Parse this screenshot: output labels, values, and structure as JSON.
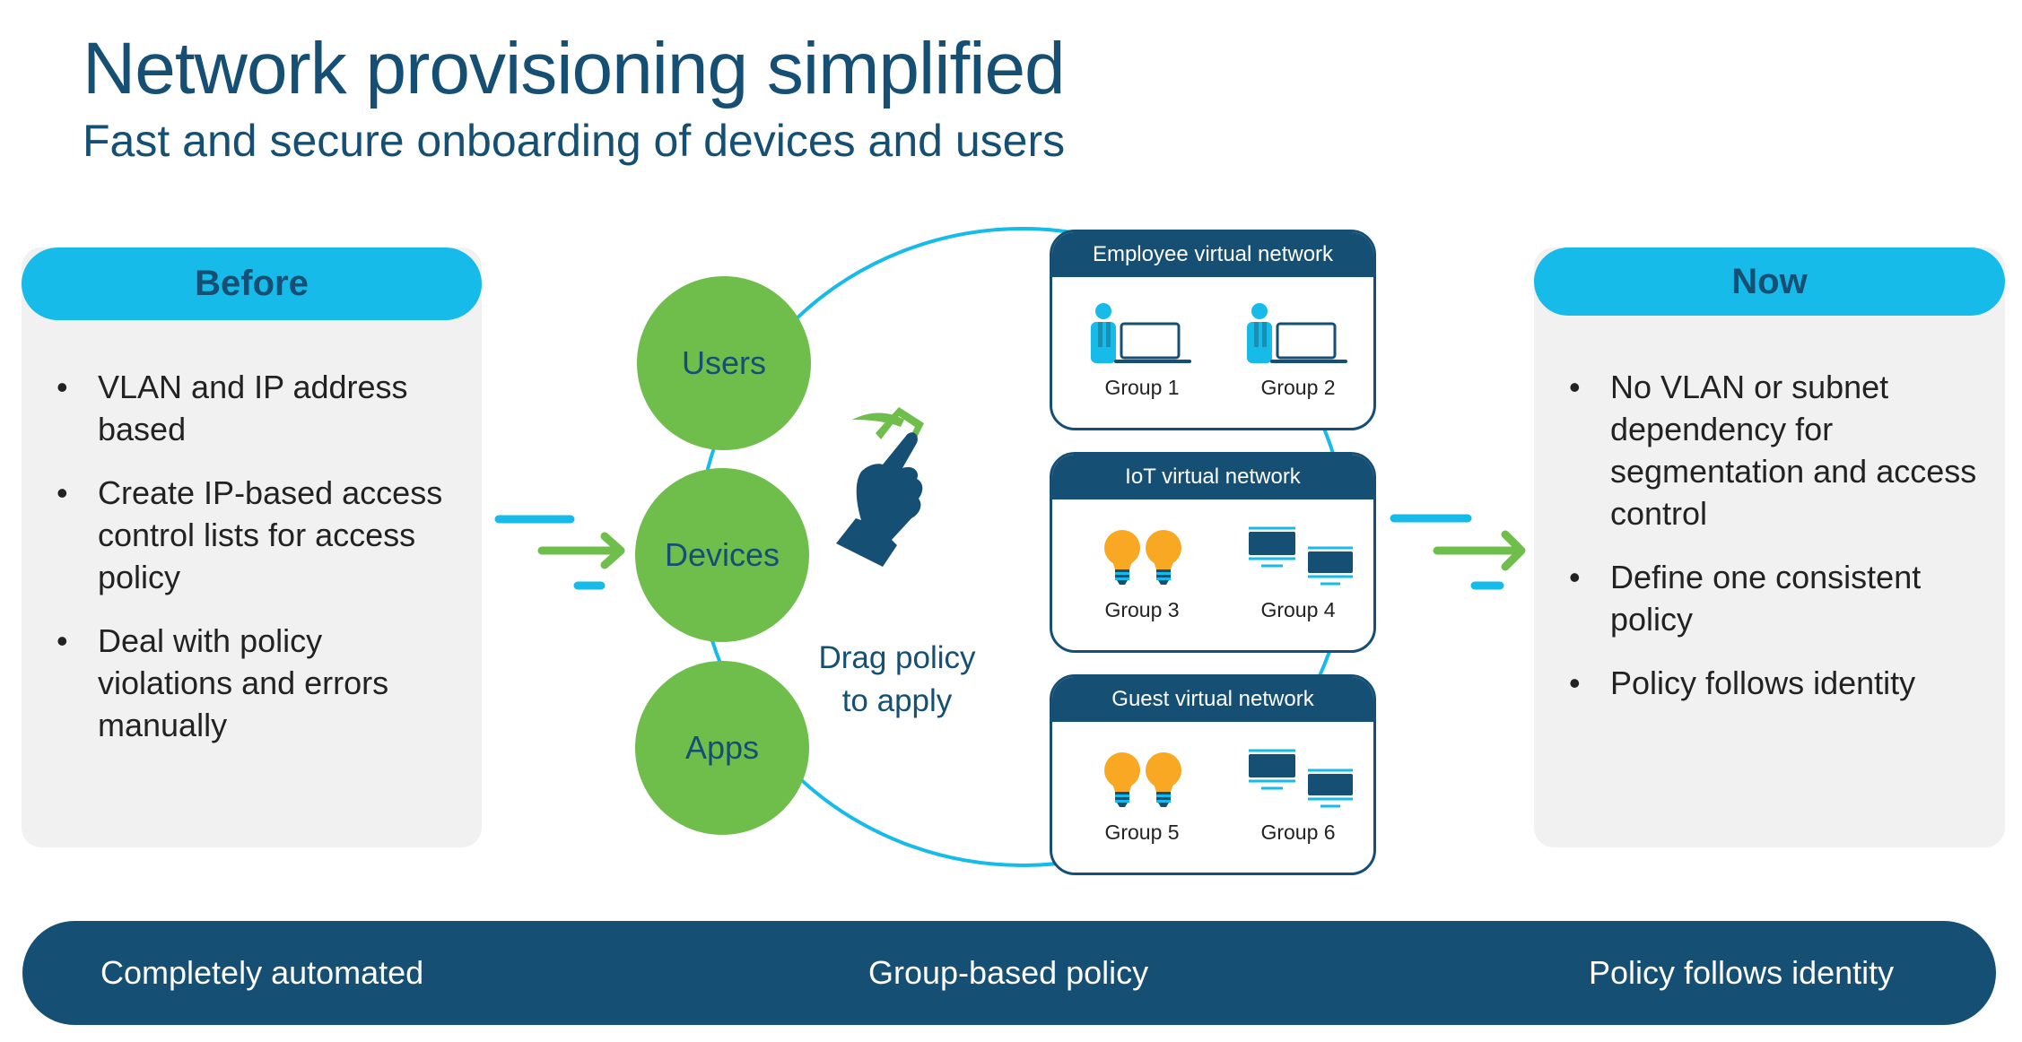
{
  "header": {
    "title": "Network provisioning simplified",
    "subtitle": "Fast and secure onboarding of devices and users"
  },
  "before": {
    "heading": "Before",
    "bullets": [
      "VLAN and IP address based",
      "Create IP-based access control lists for access policy",
      "Deal with policy violations and errors manually"
    ]
  },
  "now": {
    "heading": "Now",
    "bullets": [
      "No VLAN or subnet dependency for segmentation and access control",
      "Define one consistent policy",
      "Policy follows identity"
    ]
  },
  "policy_circles": [
    "Users",
    "Devices",
    "Apps"
  ],
  "drag_hint": {
    "line1": "Drag policy",
    "line2": "to apply",
    "icon": "hand-drag-icon"
  },
  "virtual_networks": [
    {
      "name": "Employee virtual network",
      "groups": [
        {
          "label": "Group 1",
          "icon": "user-laptop-icon"
        },
        {
          "label": "Group 2",
          "icon": "user-laptop-icon"
        }
      ]
    },
    {
      "name": "IoT virtual network",
      "groups": [
        {
          "label": "Group 3",
          "icon": "lightbulbs-icon"
        },
        {
          "label": "Group 4",
          "icon": "monitors-icon"
        }
      ]
    },
    {
      "name": "Guest virtual network",
      "groups": [
        {
          "label": "Group 5",
          "icon": "lightbulbs-icon"
        },
        {
          "label": "Group 6",
          "icon": "monitors-icon"
        }
      ]
    }
  ],
  "footer": {
    "items": [
      "Completely automated",
      "Group-based policy",
      "Policy follows identity"
    ]
  },
  "colors": {
    "navy": "#154f74",
    "cyan": "#16bbea",
    "green": "#6fbd4b",
    "amber": "#f9a823",
    "panel_gray": "#f1f1f1"
  }
}
